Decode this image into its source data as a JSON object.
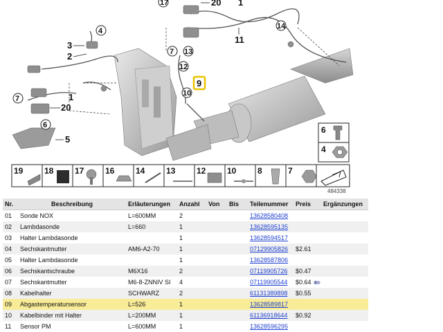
{
  "diagram": {
    "callouts": [
      "17",
      "20",
      "1",
      "4",
      "3",
      "2",
      "14",
      "11",
      "7",
      "13",
      "12",
      "9",
      "10",
      "7",
      "1",
      "20",
      "6",
      "5",
      "6",
      "4"
    ],
    "thumbs": [
      "19",
      "18",
      "17",
      "16",
      "14",
      "13",
      "12",
      "10",
      "8",
      "7"
    ],
    "diagram_number": "484338"
  },
  "table": {
    "headers": [
      "Nr.",
      "Beschreibung",
      "Erläuterungen",
      "Anzahl",
      "Von",
      "Bis",
      "Teilenummer",
      "Preis",
      "Ergänzungen"
    ],
    "rows": [
      {
        "nr": "01",
        "desc": "Sonde NOX",
        "note": "L=600MM",
        "qty": "2",
        "von": "",
        "bis": "",
        "part": "13628580408",
        "price": ""
      },
      {
        "nr": "02",
        "desc": "Lambdasonde",
        "note": "L=660",
        "qty": "1",
        "von": "",
        "bis": "",
        "part": "13628595135",
        "price": ""
      },
      {
        "nr": "03",
        "desc": "Halter Lambdasonde",
        "note": "",
        "qty": "1",
        "von": "",
        "bis": "",
        "part": "13628594517",
        "price": ""
      },
      {
        "nr": "04",
        "desc": "Sechskantmutter",
        "note": "AM6-A2-70",
        "qty": "1",
        "von": "",
        "bis": "",
        "part": "07129905826",
        "price": "$2.61"
      },
      {
        "nr": "05",
        "desc": "Halter Lambdasonde",
        "note": "",
        "qty": "1",
        "von": "",
        "bis": "",
        "part": "13628587806",
        "price": ""
      },
      {
        "nr": "06",
        "desc": "Sechskantschraube",
        "note": "M6X16",
        "qty": "2",
        "von": "",
        "bis": "",
        "part": "07119905726",
        "price": "$0.47"
      },
      {
        "nr": "07",
        "desc": "Sechskantmutter",
        "note": "M6-8-ZNNIV SI",
        "qty": "4",
        "von": "",
        "bis": "",
        "part": "07119905544",
        "price": "$0.64"
      },
      {
        "nr": "08",
        "desc": "Kabelhalter",
        "note": "SCHWARZ",
        "qty": "2",
        "von": "",
        "bis": "",
        "part": "61131389898",
        "price": "$0.55"
      },
      {
        "nr": "09",
        "desc": "Abgastemperatursensor",
        "note": "L=526",
        "qty": "1",
        "von": "",
        "bis": "",
        "part": "13628589817",
        "price": ""
      },
      {
        "nr": "10",
        "desc": "Kabelbinder mit Halter",
        "note": "L=200MM",
        "qty": "1",
        "von": "",
        "bis": "",
        "part": "61136918644",
        "price": "$0.92"
      },
      {
        "nr": "11",
        "desc": "Sensor PM",
        "note": "L=600MM",
        "qty": "1",
        "von": "",
        "bis": "",
        "part": "13628596295",
        "price": ""
      }
    ],
    "highlight_row": 8,
    "colors": {
      "link": "#1c3fcf",
      "highlight": "#f8ec98",
      "header": "#e4e4e4"
    }
  }
}
